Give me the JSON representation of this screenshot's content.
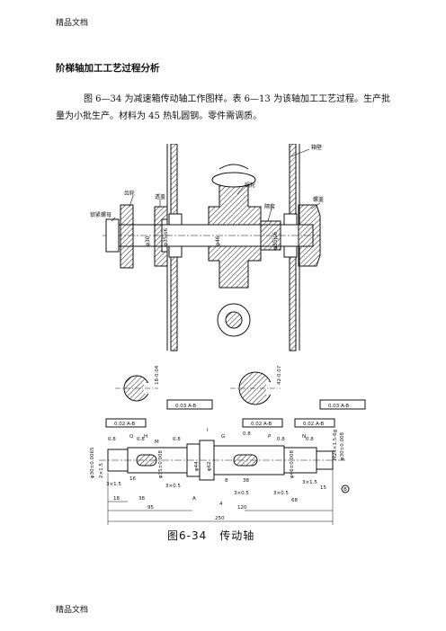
{
  "header": {
    "text": "精品文档"
  },
  "footer": {
    "text": "精品文档"
  },
  "title": "阶梯轴加工工艺过程分析",
  "paragraph": "图 6—34 为减速箱传动轴工作图样。表 6—13 为该轴加工工艺过程。生产批量为小批生产。材料为 45 热轧圆钢。零件需调质。",
  "figure": {
    "assembly_labels": {
      "housing": "箱壁",
      "worm_gear": "蜗轮",
      "gear": "齿轮",
      "end_cap": "透盖",
      "lock_nut": "锁紧螺母",
      "spacer": "隔套",
      "screw_cap": "螺盖",
      "dim_d30": "φ30",
      "dim_d35_a": "φ35js6",
      "dim_d46": "φ46",
      "dim_d35_b": "φ35js6"
    },
    "section_labels": {
      "left_depth": "18-0.04",
      "right_depth": "42-0.07",
      "left_tol": "0.03 A-B",
      "right_tol": "0.03 A-B"
    },
    "shaft_labels": {
      "runout_1": "0.02 A-B",
      "runout_2": "0.02 A-B",
      "runout_3": "0.02 A-B",
      "rough_1": "0.8",
      "rough_2": "0.8",
      "rough_3": "0.8",
      "rough_4": "0.8",
      "rough_5": "0.8",
      "rough_6": "0.8",
      "letter_Q": "Q",
      "letter_H": "H",
      "letter_M": "M",
      "letter_I": "I",
      "letter_G": "G",
      "letter_P": "P",
      "letter_N": "N",
      "letter_A": "A",
      "letter_B": "B",
      "d30": "φ30±0.0065",
      "d35": "φ35±0.008",
      "d44": "φ44",
      "d62": "φ62",
      "d46": "φ46±0.008",
      "m24": "M24×1.5-6g",
      "d30r": "φ30±0.008",
      "thread_l": "2×1.5",
      "groove_1": "3×1.5",
      "groove_2": "3×0.5",
      "groove_3": "3×0.5",
      "groove_4": "3×0.5",
      "groove_5": "3×1.5",
      "len_16": "16",
      "len_18": "18",
      "len_38": "38",
      "len_95": "95",
      "len_4": "4",
      "len_8": "8",
      "len_38b": "38",
      "len_120": "120",
      "len_68": "68",
      "len_15": "15",
      "len_250": "250"
    },
    "caption_number": "图6-34",
    "caption_name": "传动轴"
  }
}
